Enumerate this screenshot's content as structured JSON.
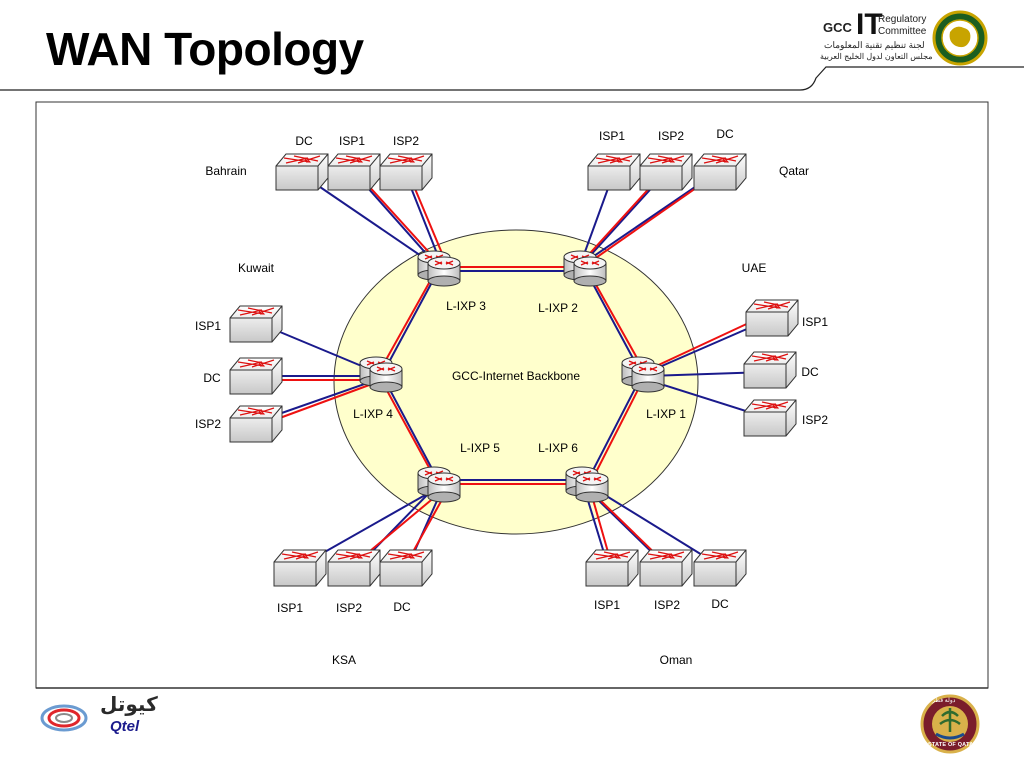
{
  "title": "WAN Topology",
  "header_logo": {
    "gcc": "GCC",
    "it": "IT",
    "regulatory": "Regulatory",
    "committee": "Committee",
    "arabic_line1": "لجنة تنظيم تقنية المعلومات",
    "arabic_line2": "مجلس التعاون لدول الخليج العربية"
  },
  "footer_left_logo": {
    "arabic": "كيوتل",
    "latin": "Qtel"
  },
  "footer_right_logo": {
    "arabic": "دولة قطر",
    "text": "STATE OF QATAR"
  },
  "colors": {
    "backbone_fill": "#ffffcc",
    "link_red": "#ee1111",
    "link_blue": "#1a1a8c",
    "frame": "#444444"
  },
  "diagram": {
    "backbone_label": "GCC-Internet Backbone",
    "ixps": [
      "L-IXP 1",
      "L-IXP 2",
      "L-IXP 3",
      "L-IXP 4",
      "L-IXP 5",
      "L-IXP 6"
    ],
    "countries": {
      "bahrain": "Bahrain",
      "qatar": "Qatar",
      "kuwait": "Kuwait",
      "uae": "UAE",
      "ksa": "KSA",
      "oman": "Oman"
    },
    "node_labels": {
      "bahrain": [
        "DC",
        "ISP1",
        "ISP2"
      ],
      "qatar": [
        "ISP1",
        "ISP2",
        "DC"
      ],
      "kuwait": [
        "ISP1",
        "DC",
        "ISP2"
      ],
      "uae": [
        "ISP1",
        "DC",
        "ISP2"
      ],
      "ksa": [
        "ISP1",
        "ISP2",
        "DC"
      ],
      "oman": [
        "ISP1",
        "ISP2",
        "DC"
      ]
    }
  }
}
